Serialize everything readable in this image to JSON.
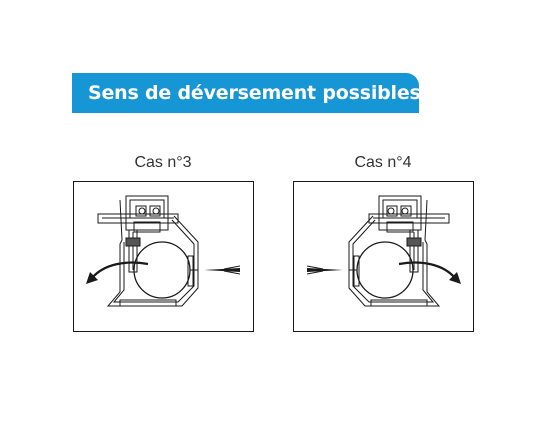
{
  "banner": {
    "title": "Sens de déversement possibles :",
    "color": "#1696d4",
    "text_color": "#ffffff"
  },
  "cases": [
    {
      "label": "Cas n°3",
      "orientation": "normal"
    },
    {
      "label": "Cas n°4",
      "orientation": "mirrored"
    }
  ],
  "diagram_line_color": "#1a1a1a"
}
